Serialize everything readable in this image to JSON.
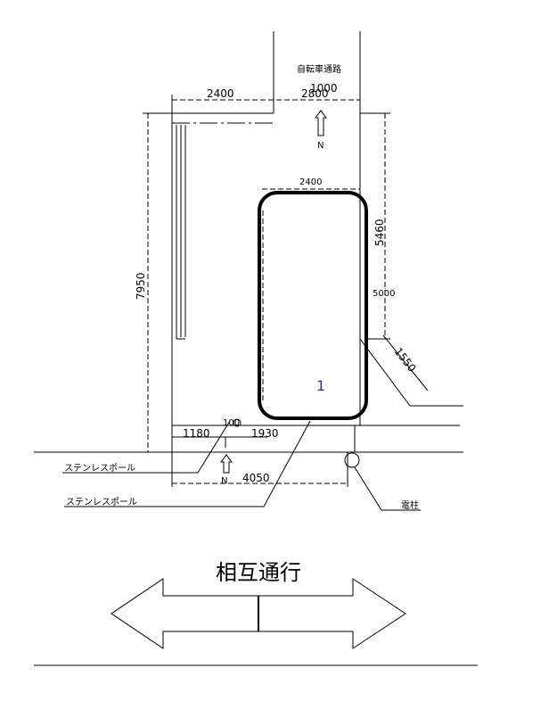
{
  "labels": {
    "bicycle_path": "自転車通路",
    "north_top": "N",
    "north_bottom": "N",
    "stainless_pole_1": "ステンレスポール",
    "stainless_pole_2": "ステンレスポール",
    "utility_pole": "電柱",
    "mutual_traffic": "相互通行",
    "space_number": "1"
  },
  "dimensions": {
    "top_left": "2400",
    "top_right": "2800",
    "top_overlap": "1000",
    "space_width": "2400",
    "left_height": "7950",
    "right_height": "5460",
    "space_length": "5000",
    "diag": "1550",
    "bottom_left": "1180",
    "bottom_mid": "1930",
    "bottom_total": "4050",
    "pole_mark": "100"
  }
}
